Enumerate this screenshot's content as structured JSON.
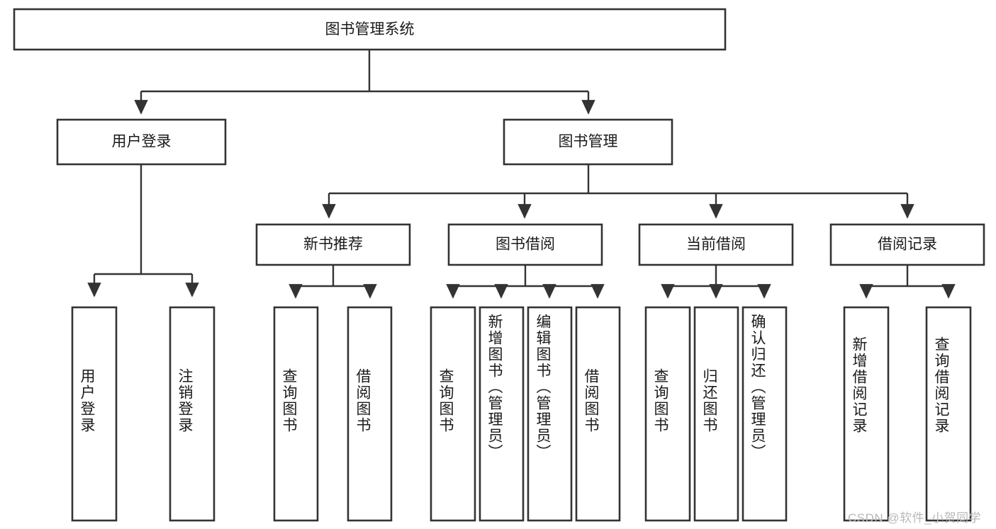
{
  "diagram": {
    "type": "tree-hierarchy",
    "title": "图书管理系统",
    "orientation": "top-down",
    "colors": {
      "box_stroke": "#333333",
      "box_fill": "#ffffff",
      "connector": "#333333",
      "text": "#1a1a1a",
      "watermark": "#b9b9b9",
      "background": "#ffffff"
    },
    "root": {
      "id": "root",
      "label": "图书管理系统",
      "level": 0
    },
    "level1": [
      {
        "id": "user-login",
        "label": "用户登录",
        "level": 1
      },
      {
        "id": "book-management",
        "label": "图书管理",
        "level": 1
      }
    ],
    "level2": [
      {
        "id": "new-book-recommend",
        "label": "新书推荐",
        "level": 2,
        "parent": "book-management"
      },
      {
        "id": "book-borrow",
        "label": "图书借阅",
        "level": 2,
        "parent": "book-management"
      },
      {
        "id": "current-borrow",
        "label": "当前借阅",
        "level": 2,
        "parent": "book-management"
      },
      {
        "id": "borrow-record",
        "label": "借阅记录",
        "level": 2,
        "parent": "book-management"
      }
    ],
    "leaves": [
      {
        "id": "leaf-user-login",
        "label": "用户登录",
        "parent": "user-login",
        "align": "middle"
      },
      {
        "id": "leaf-logout-login",
        "label": "注销登录",
        "parent": "user-login",
        "align": "middle"
      },
      {
        "id": "leaf-query-book-1",
        "label": "查询图书",
        "parent": "new-book-recommend",
        "align": "middle"
      },
      {
        "id": "leaf-borrow-book-1",
        "label": "借阅图书",
        "parent": "new-book-recommend",
        "align": "middle"
      },
      {
        "id": "leaf-query-book-2",
        "label": "查询图书",
        "parent": "book-borrow",
        "align": "middle"
      },
      {
        "id": "leaf-add-book",
        "label": "新增图书（管理员）",
        "parent": "book-borrow",
        "align": "top"
      },
      {
        "id": "leaf-edit-book",
        "label": "编辑图书（管理员）",
        "parent": "book-borrow",
        "align": "top"
      },
      {
        "id": "leaf-borrow-book-2",
        "label": "借阅图书",
        "parent": "book-borrow",
        "align": "middle"
      },
      {
        "id": "leaf-query-book-3",
        "label": "查询图书",
        "parent": "current-borrow",
        "align": "middle"
      },
      {
        "id": "leaf-return-book",
        "label": "归还图书",
        "parent": "current-borrow",
        "align": "middle"
      },
      {
        "id": "leaf-confirm-return",
        "label": "确认归还（管理员）",
        "parent": "current-borrow",
        "align": "top"
      },
      {
        "id": "leaf-add-record",
        "label": "新增借阅记录",
        "parent": "borrow-record",
        "align": "middle"
      },
      {
        "id": "leaf-query-record",
        "label": "查询借阅记录",
        "parent": "borrow-record",
        "align": "middle"
      }
    ]
  },
  "watermark": {
    "text": "CSDN @软件_小贺同学"
  }
}
